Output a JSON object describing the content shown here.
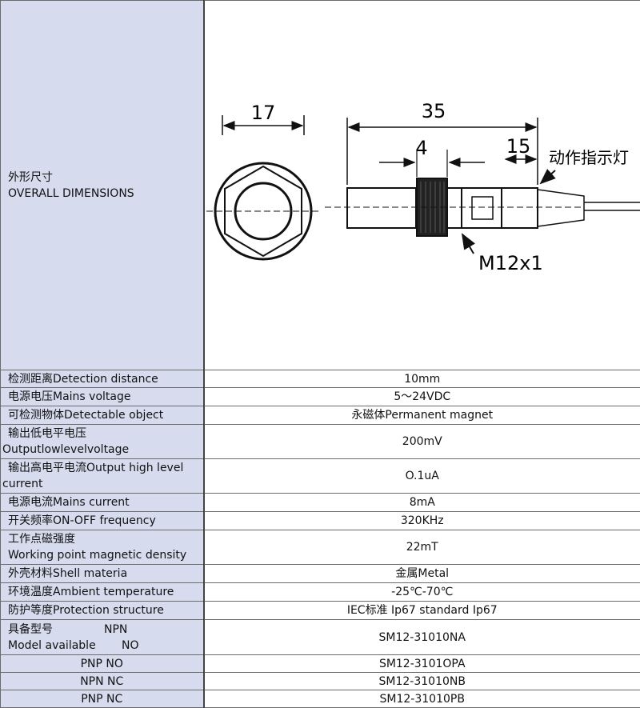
{
  "dimensions": {
    "label_cn": "外形尺寸",
    "label_en": "OVERALL DIMENSIONS",
    "drawing": {
      "dim_width": "17",
      "dim_length": "35",
      "dim_nut": "4",
      "dim_tail": "15",
      "indicator_label": "动作指示灯",
      "thread_label": "M12x1"
    }
  },
  "specs": [
    {
      "label": "检测距离Detection distance",
      "value": "10mm"
    },
    {
      "label": "电源电压Mains voltage",
      "value": "5～24VDC"
    },
    {
      "label": "可检测物体Detectable object",
      "value": "永磁体Permanent magnet"
    },
    {
      "label_line1": "输出低电平电压",
      "label_line2": "Outputlowlevelvoltage",
      "value": "200mV"
    },
    {
      "label_line1": "输出高电平电流Output high level",
      "label_line2": "current",
      "value": "O.1uA"
    },
    {
      "label": "电源电流Mains current",
      "value": "8mA"
    },
    {
      "label": "开关频率ON-OFF frequency",
      "value": "320KHz"
    },
    {
      "label_line1": "工作点磁强度",
      "label_line2": "Working point magnetic density",
      "value": "22mT"
    },
    {
      "label": "外壳材料Shell materia",
      "value": "金属Metal"
    },
    {
      "label": "环境温度Ambient temperature",
      "value": "-25℃-70℃"
    },
    {
      "label": "防护等度Protection structure",
      "value": "IEC标准 Ip67 standard Ip67"
    }
  ],
  "models": {
    "head_cn": "具备型号",
    "head_en": "Model available",
    "rows": [
      {
        "type_a": "NPN",
        "type_b": "NO",
        "value": "SM12-31010NA"
      },
      {
        "type": "PNP NO",
        "value": "SM12-3101OPA"
      },
      {
        "type": "NPN NC",
        "value": "SM12-31010NB"
      },
      {
        "type": "PNP NC",
        "value": "SM12-31010PB"
      }
    ]
  }
}
